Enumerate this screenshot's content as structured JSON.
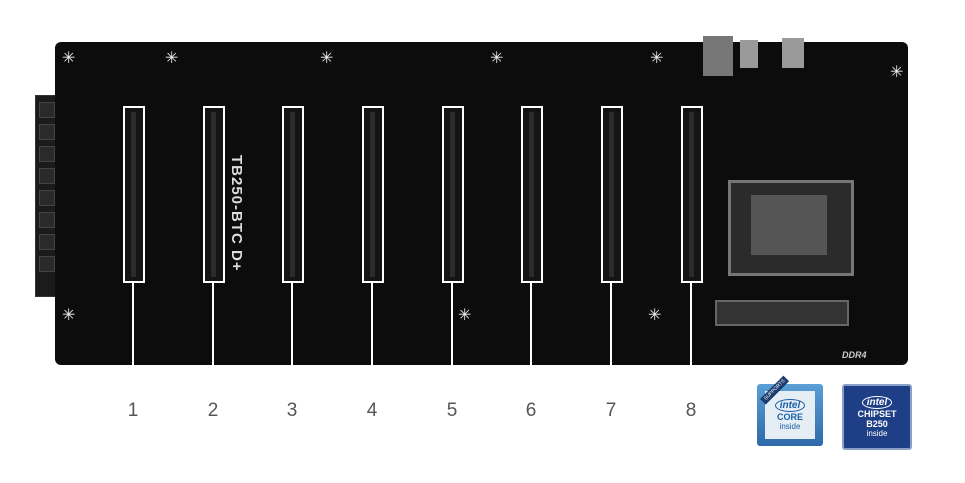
{
  "board": {
    "model": "TB250-BTC D+",
    "memory_label": "DDR4"
  },
  "slot_labels": [
    "1",
    "2",
    "3",
    "4",
    "5",
    "6",
    "7",
    "8"
  ],
  "badges": {
    "core": {
      "banner": "SUPPORTS",
      "brand": "intel",
      "name": "CORE",
      "sub": "inside"
    },
    "chipset": {
      "brand": "intel",
      "name": "CHIPSET",
      "model": "B250",
      "sub": "inside"
    }
  }
}
